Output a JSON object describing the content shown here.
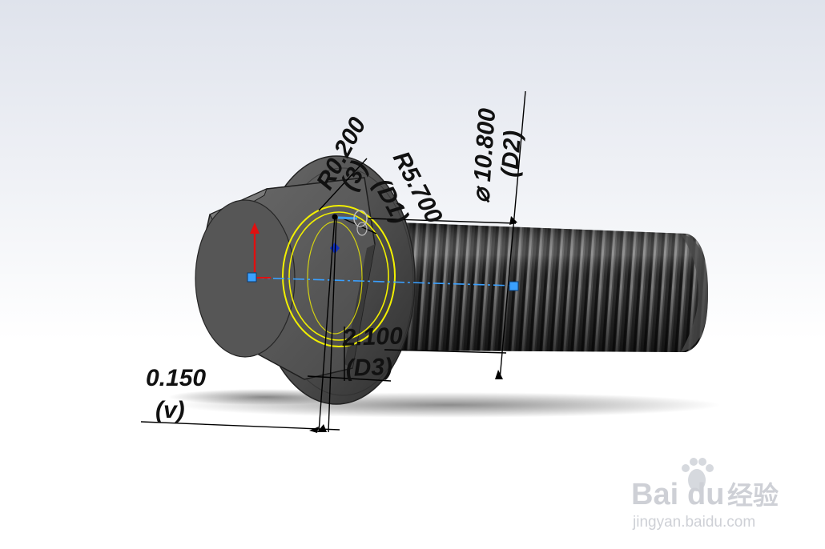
{
  "dimensions": {
    "fillet_value": "R0.200",
    "fillet_name": "(3)",
    "radius_value": "R5.700",
    "radius_name": "(D1)",
    "diameter_value": "⌀ 10.800",
    "diameter_name": "(D2)",
    "length_value": "2.100",
    "length_name": "(D3)",
    "offset_value": "0.150",
    "offset_name": "(v)"
  },
  "watermark": {
    "brand_left": "Bai",
    "brand_right": "du",
    "brand_cn": "经验",
    "url": "jingyan.baidu.com"
  },
  "colors": {
    "sketch_highlight": "#f2f000",
    "axis_line": "#3aa0ff",
    "handle_fill": "#3aa0ff",
    "y_axis": "#e01010",
    "point_marker": "#1030c0",
    "bolt_body": "#3b3b3b"
  }
}
